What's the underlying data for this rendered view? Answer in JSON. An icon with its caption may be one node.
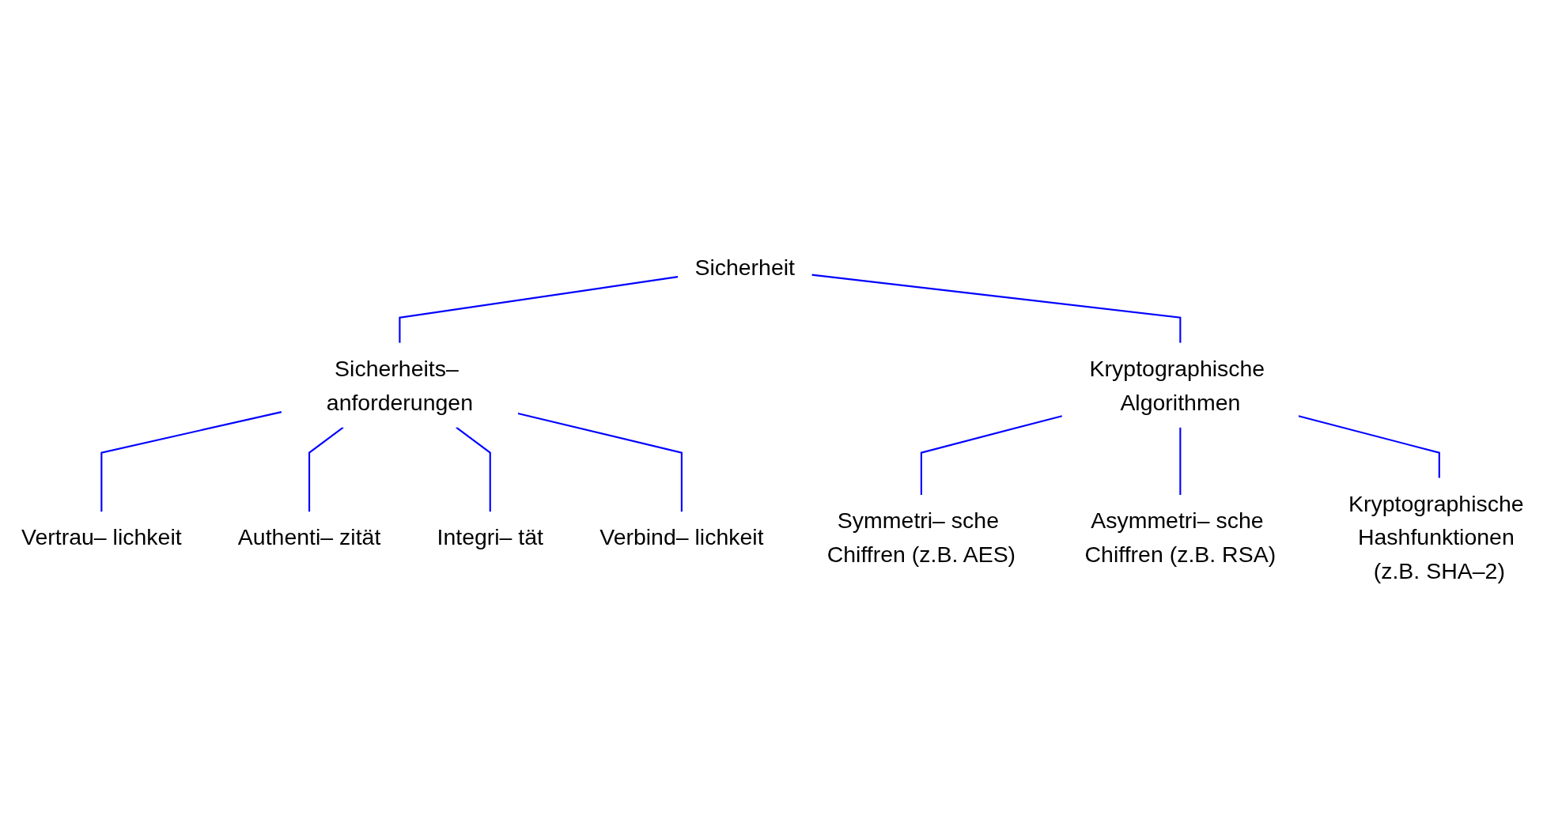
{
  "diagram": {
    "nodes": [
      {
        "text": [
          "Sicherheit"
        ]
      },
      {
        "text": [
          "Sicherheits– anforderungen"
        ]
      },
      {
        "text": [
          "Kryptographische Algorithmen"
        ]
      },
      {
        "text": [
          "Vertrau– lichkeit"
        ]
      },
      {
        "text": [
          "Authenti– zität"
        ]
      },
      {
        "text": [
          "Integri– tät"
        ]
      },
      {
        "text": [
          "Verbind– lichkeit"
        ]
      },
      {
        "text": [
          "Symmetri– sche Chiffren (z.B. AES)"
        ]
      },
      {
        "text": [
          "Asymmetri– sche Chiffren (z.B. RSA)"
        ]
      },
      {
        "text": [
          "Kryptographische Hashfunktionen (z.B. SHA–2)"
        ]
      }
    ],
    "edges": [
      {
        "from": 0,
        "to": 1,
        "arrow": "none"
      },
      {
        "from": 0,
        "to": 2,
        "arrow": "none"
      },
      {
        "from": 1,
        "to": 3,
        "arrow": "none"
      },
      {
        "from": 1,
        "to": 4,
        "arrow": "none"
      },
      {
        "from": 1,
        "to": 5,
        "arrow": "none"
      },
      {
        "from": 1,
        "to": 6,
        "arrow": "none"
      },
      {
        "from": 2,
        "to": 7,
        "arrow": "none"
      },
      {
        "from": 2,
        "to": 8,
        "arrow": "none"
      },
      {
        "from": 2,
        "to": 9,
        "arrow": "none"
      }
    ]
  }
}
